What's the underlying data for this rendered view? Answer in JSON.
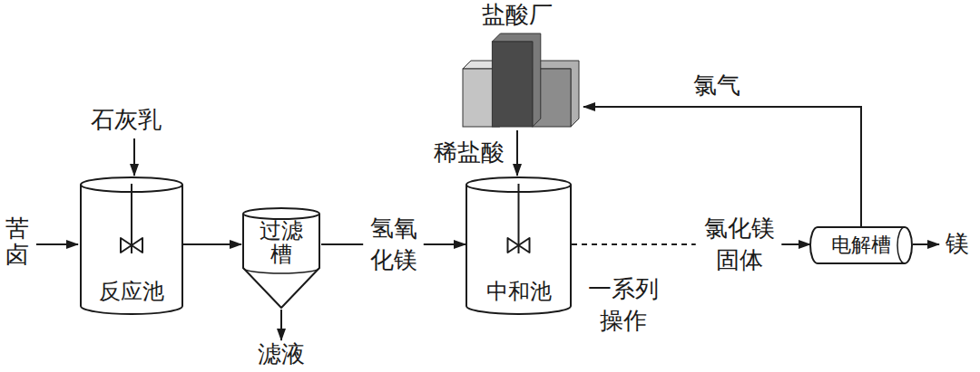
{
  "diagram": {
    "nodes": [
      {
        "text": [
          "盐酸厂"
        ]
      },
      {
        "text": [
          "反应池"
        ]
      },
      {
        "text": [
          "过滤槽"
        ]
      },
      {
        "text": [
          "中和池"
        ]
      },
      {
        "text": [
          "电解槽"
        ]
      }
    ],
    "edges": [
      {
        "from": 1,
        "to": 2,
        "arrow": "to"
      },
      {
        "from": 2,
        "to": 3,
        "label": "氢氧化镁",
        "arrow": "to"
      },
      {
        "from": 0,
        "to": 3,
        "label": "稀盐酸",
        "arrow": "to"
      },
      {
        "from": 3,
        "to": 4,
        "label": "氯化镁固体",
        "arrow": "to"
      },
      {
        "from": 4,
        "to": 0,
        "label": "氯气",
        "arrow": "to"
      }
    ],
    "labels": [
      "石灰乳",
      "苦卤",
      "滤液",
      "一系列操作",
      "镁"
    ]
  }
}
